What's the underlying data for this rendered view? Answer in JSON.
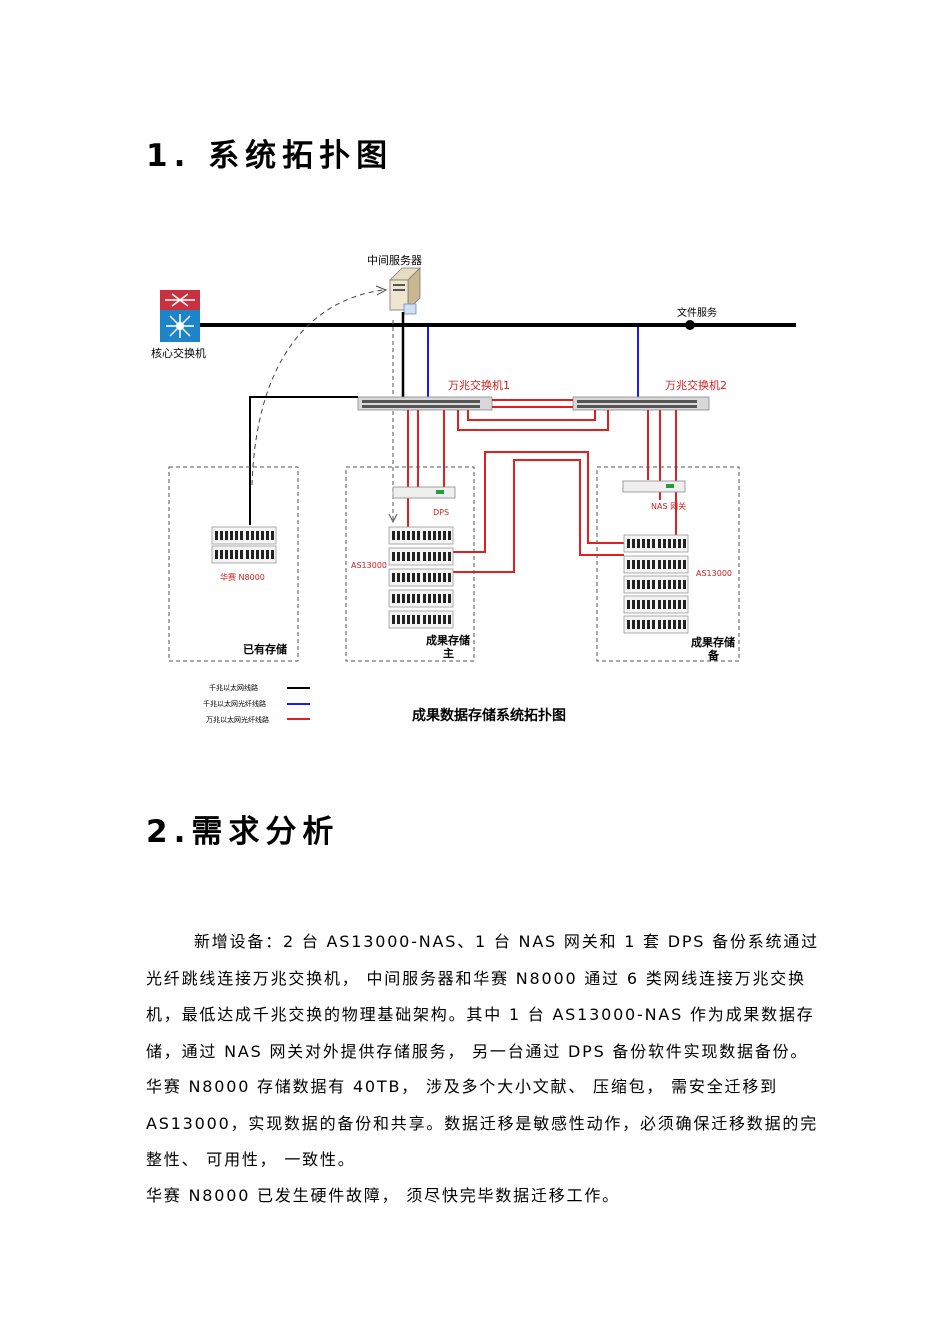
{
  "section1": {
    "heading": "1. 系统拓扑图"
  },
  "section2": {
    "heading": "2.需求分析"
  },
  "diagram": {
    "caption": "成果数据存储系统拓扑图",
    "nodes": {
      "middle_server": "中间服务器",
      "file_service": "文件服务",
      "core_switch": "核心交换机",
      "switch1": "万兆交换机1",
      "switch2": "万兆交换机2",
      "dps": "DPS",
      "nas_gateway": "NAS 网关",
      "as13000_left": "AS13000",
      "as13000_right": "AS13000",
      "huasai": "华赛 N8000",
      "existing_storage": "已有存储",
      "result_main_1": "成果存储",
      "result_main_2": "主",
      "result_backup_1": "成果存储",
      "result_backup_2": "备"
    },
    "legend": [
      {
        "label": "千兆以太网线路",
        "color": "#000000"
      },
      {
        "label": "千兆以太网光纤线路",
        "color": "#1a1aff"
      },
      {
        "label": "万兆以太网光纤线路",
        "color": "#e02020"
      }
    ]
  },
  "paragraphs": {
    "p1": "新增设备：2 台 AS13000-NAS、1 台 NAS 网关和 1 套 DPS 备份系统通过光纤跳线连接万兆交换机， 中间服务器和华赛 N8000 通过 6 类网线连接万兆交换机，最低达成千兆交换的物理基础架构。其中 1 台 AS13000-NAS 作为成果数据存储，通过 NAS 网关对外提供存储服务， 另一台通过 DPS 备份软件实现数据备份。",
    "p2": "华赛 N8000 存储数据有 40TB， 涉及多个大小文献、 压缩包， 需安全迁移到 AS13000，实现数据的备份和共享。数据迁移是敏感性动作，必须确保迁移数据的完整性、 可用性， 一致性。",
    "p3": "华赛 N8000 已发生硬件故障， 须尽快完毕数据迁移工作。"
  }
}
